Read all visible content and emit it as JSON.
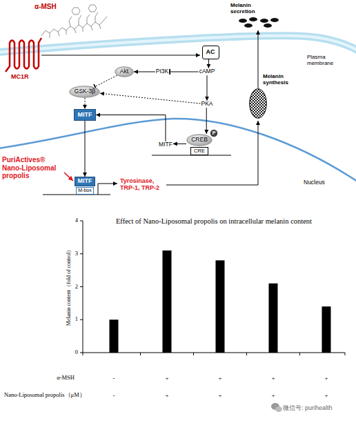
{
  "diagram": {
    "nodes": [
      {
        "text": [
          "AC"
        ]
      },
      {
        "text": [
          "Akt"
        ]
      },
      {
        "text": [
          "PI3K"
        ]
      },
      {
        "text": [
          "cAMP"
        ]
      },
      {
        "text": [
          "GSK-3β"
        ]
      },
      {
        "text": [
          "PKA"
        ]
      },
      {
        "text": [
          "MITF"
        ]
      },
      {
        "text": [
          "MITF"
        ]
      },
      {
        "text": [
          "CREB"
        ]
      },
      {
        "text": [
          "P"
        ]
      },
      {
        "text": [
          "CRE"
        ]
      },
      {
        "text": [
          "MITF"
        ]
      },
      {
        "text": [
          "M-box"
        ]
      },
      {
        "text": [
          "Melanin synthesis"
        ]
      }
    ],
    "edges": [
      {
        "from": 0,
        "to": 3,
        "arrow": "to"
      },
      {
        "from": 3,
        "to": 2,
        "arrow": "to"
      },
      {
        "from": 2,
        "to": 1,
        "arrow": "to"
      },
      {
        "from": 1,
        "to": 4,
        "arrow": "to"
      },
      {
        "from": 3,
        "to": 5,
        "arrow": "to"
      },
      {
        "from": 5,
        "to": 4,
        "arrow": "to"
      },
      {
        "from": 4,
        "to": 6,
        "arrow": "to"
      },
      {
        "from": 5,
        "to": 8,
        "arrow": "to"
      },
      {
        "from": 8,
        "to": 7,
        "arrow": "to"
      },
      {
        "from": 7,
        "to": 6,
        "arrow": "to"
      },
      {
        "from": 6,
        "to": 11,
        "arrow": "to"
      }
    ],
    "labels": [
      "α-MSH",
      "MC1R",
      "Melanin secretion",
      "Plasma membrane",
      "Nucleus",
      "PuriActives® Nano-Liposomal propolis",
      "Tyrosinase, TRP-1, TRP-2",
      "Effect of Nano-Liposomal propolis on intracellular melanin content",
      "0",
      "1",
      "2",
      "3",
      "4",
      "Melanin content（fold of control）",
      "α-MSH",
      "-",
      "+",
      "+",
      "+",
      "+",
      "Nano-Liposomal propolis（μM）",
      "-",
      "+",
      "+",
      "+",
      "+",
      "微信号: purihealth"
    ]
  }
}
